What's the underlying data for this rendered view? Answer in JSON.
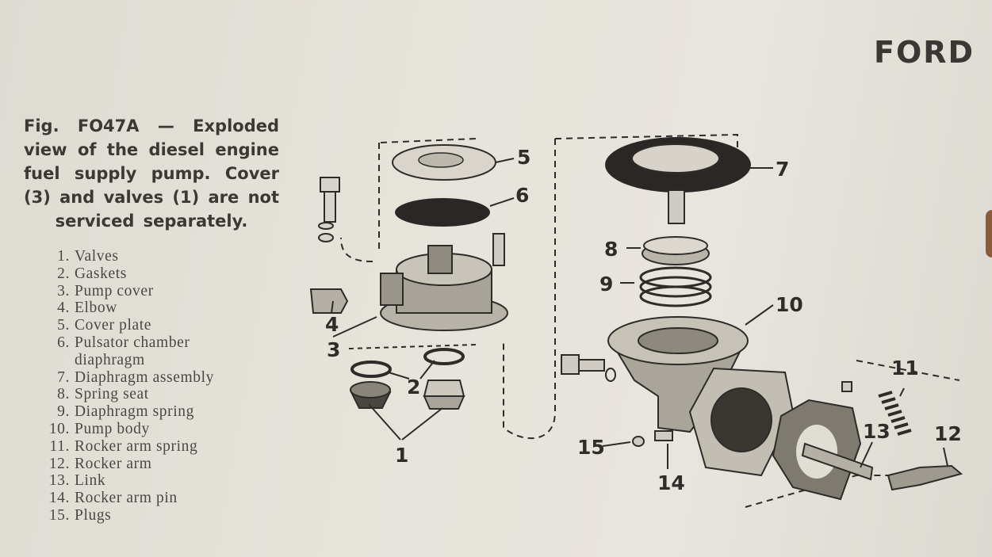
{
  "brand": "FORD",
  "caption": "Fig. FO47A — Exploded view of the diesel engine fuel supply pump. Cover (3) and valves (1) are not serviced separately.",
  "legend": [
    {
      "num": "1.",
      "label": "Valves"
    },
    {
      "num": "2.",
      "label": "Gaskets"
    },
    {
      "num": "3.",
      "label": "Pump cover"
    },
    {
      "num": "4.",
      "label": "Elbow"
    },
    {
      "num": "5.",
      "label": "Cover plate"
    },
    {
      "num": "6.",
      "label": "Pulsator chamber",
      "cont": "diaphragm"
    },
    {
      "num": "7.",
      "label": "Diaphragm assembly"
    },
    {
      "num": "8.",
      "label": "Spring seat"
    },
    {
      "num": "9.",
      "label": "Diaphragm spring"
    },
    {
      "num": "10.",
      "label": "Pump body"
    },
    {
      "num": "11.",
      "label": "Rocker arm spring"
    },
    {
      "num": "12.",
      "label": "Rocker arm"
    },
    {
      "num": "13.",
      "label": "Link"
    },
    {
      "num": "14.",
      "label": "Rocker arm pin"
    },
    {
      "num": "15.",
      "label": "Plugs"
    }
  ],
  "callouts": {
    "c1": "1",
    "c2": "2",
    "c3": "3",
    "c4": "4",
    "c5": "5",
    "c6": "6",
    "c7": "7",
    "c8": "8",
    "c9": "9",
    "c10": "10",
    "c11": "11",
    "c12": "12",
    "c13": "13",
    "c14": "14",
    "c15": "15"
  }
}
